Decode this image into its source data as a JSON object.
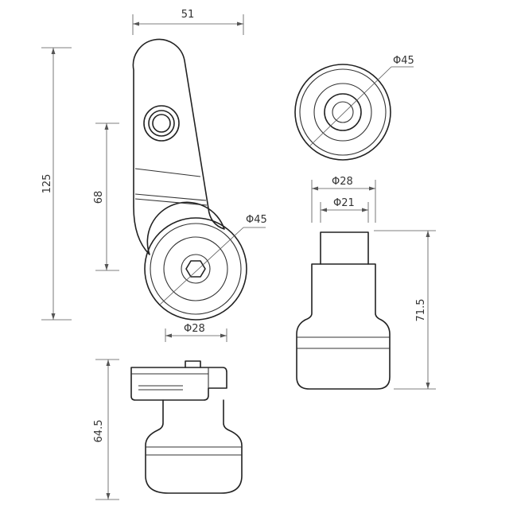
{
  "drawing": {
    "colors": {
      "outline": "#222222",
      "dimension": "#555555",
      "background": "#ffffff"
    }
  },
  "dimensions": {
    "arm_width": "51",
    "arm_total_height": "125",
    "arm_pivot_distance": "68",
    "arm_roller_diameter": "Φ45",
    "arm_roller_hub_diameter": "Φ28",
    "arm_assembly_height": "64.5",
    "roller_front_diameter": "Φ45",
    "roller_shaft_outer_diameter": "Φ28",
    "roller_shaft_inner_diameter": "Φ21",
    "roller_side_height": "71.5"
  }
}
